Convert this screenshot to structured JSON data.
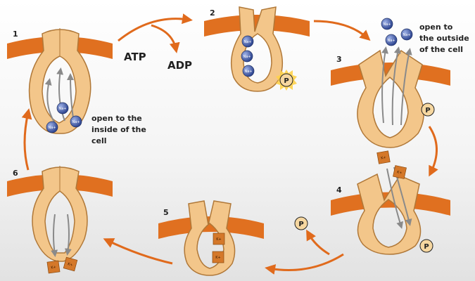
{
  "steps": [
    "1",
    "2",
    "3",
    "4",
    "5",
    "6"
  ],
  "energy": {
    "atp": "ATP",
    "adp": "ADP"
  },
  "captions": {
    "outside": [
      "open to",
      "the outside",
      "of the cell"
    ],
    "inside": [
      "open to the",
      "inside of the",
      "cell"
    ]
  },
  "ions": {
    "sodium": "Na+",
    "potassium": "K+",
    "phosphate": "P"
  },
  "colors": {
    "membrane": "#e07020",
    "protein": "#f3c68a",
    "protein_outline": "#b07838",
    "sodium_ion": "#3f58a8",
    "potassium_ion": "#d4782a",
    "cycle_arrow": "#e06a1c",
    "flow_arrow": "#8a8a8a"
  },
  "icons": [
    "membrane-band",
    "pump-protein",
    "sodium-ion",
    "potassium-ion",
    "phosphate-icon",
    "cycle-arrow",
    "flow-arrow"
  ]
}
